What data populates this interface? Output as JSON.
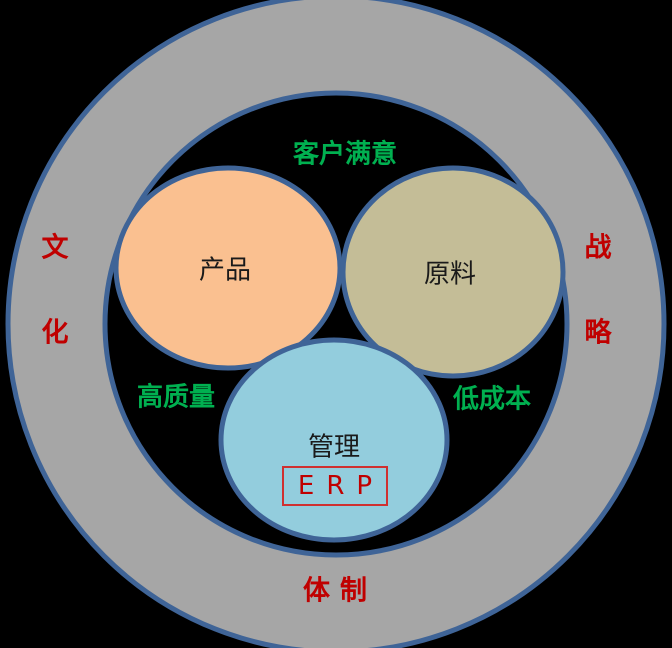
{
  "ring": {
    "left_label_1": "文",
    "left_label_2": "化",
    "right_label_1": "战",
    "right_label_2": "略",
    "bottom_label": "体制"
  },
  "inner": {
    "top_label": "客户满意",
    "left_label": "高质量",
    "right_label": "低成本"
  },
  "circles": {
    "product": "产品",
    "material": "原料",
    "management": "管理",
    "erp": "ERP"
  },
  "colors": {
    "ring": "#a6a6a6",
    "border": "#3f6497",
    "product": "#fac090",
    "material": "#c4bd97",
    "management": "#93cddd",
    "red": "#c00000",
    "green": "#00b050"
  }
}
